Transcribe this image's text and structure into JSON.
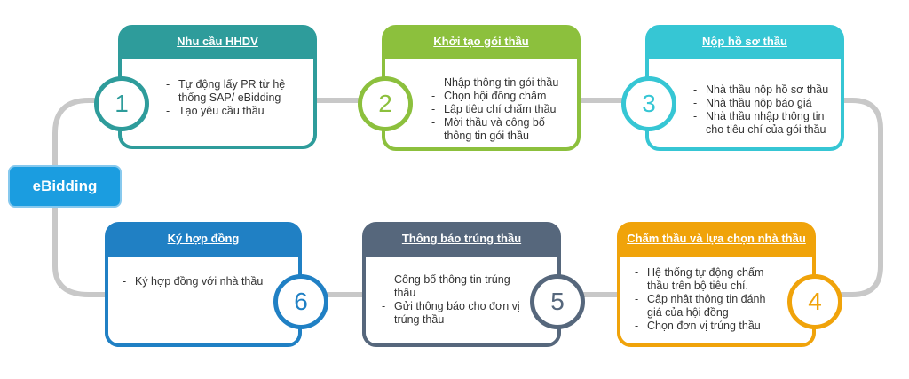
{
  "title": "eBidding",
  "steps": [
    {
      "number": "1",
      "header": "Nhu cầu HHDV",
      "color": "#2e9c9b",
      "items": [
        "Tự động lấy PR từ hệ thống SAP/ eBidding",
        "Tạo yêu cầu thầu"
      ]
    },
    {
      "number": "2",
      "header": "Khởi tạo gói thầu",
      "color": "#8cc03d",
      "items": [
        "Nhập thông tin gói thầu",
        "Chọn hội đồng chấm",
        "Lập tiêu chí chấm thầu",
        "Mời thầu và công bố thông tin gói thầu"
      ]
    },
    {
      "number": "3",
      "header": "Nộp hồ sơ thầu",
      "color": "#36c6d4",
      "items": [
        "Nhà thầu nộp hồ sơ thầu",
        "Nhà thầu nộp báo giá",
        "Nhà thầu nhập thông tin cho tiêu chí của gói thầu"
      ]
    },
    {
      "number": "4",
      "header": "Chấm thầu và lựa chọn nhà thầu",
      "color": "#f0a30a",
      "items": [
        "Hệ thống tự động chấm thầu trên bộ tiêu chí.",
        "Cập nhật thông tin đánh giá của hội đồng",
        "Chọn đơn vị trúng thầu"
      ]
    },
    {
      "number": "5",
      "header": "Thông báo trúng thầu",
      "color": "#56677c",
      "items": [
        "Công bố thông tin trúng thầu",
        "Gửi thông báo cho đơn vị trúng thầu"
      ]
    },
    {
      "number": "6",
      "header": "Ký hợp đồng",
      "color": "#2080c4",
      "items": [
        "Ký hợp đồng với nhà thầu"
      ]
    }
  ]
}
